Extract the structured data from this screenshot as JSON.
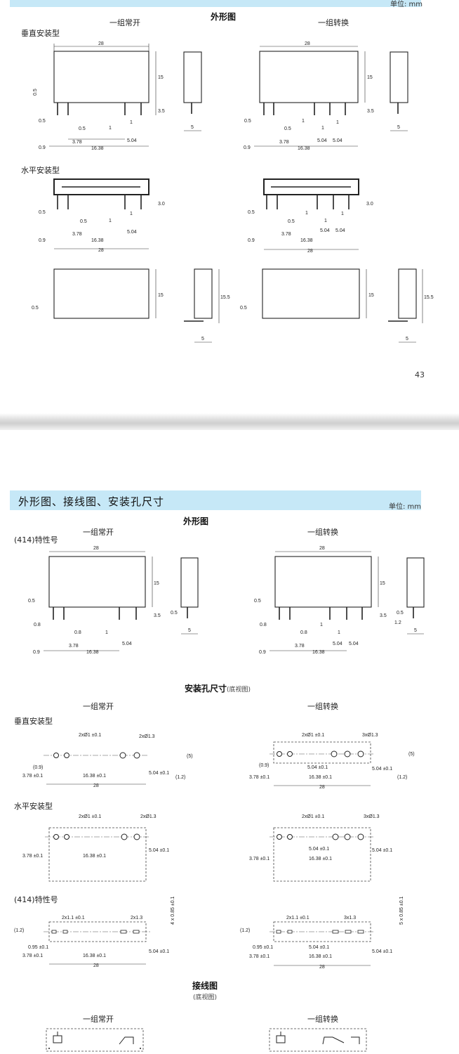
{
  "page1": {
    "unit": "单位: mm",
    "title": "外形图",
    "col_left": "一组常开",
    "col_right": "一组转换",
    "vertical_label": "垂直安装型",
    "horizontal_label": "水平安装型",
    "page_number": "43"
  },
  "page2": {
    "header_title": "外形图、接线图、安装孔尺寸",
    "unit": "单位: mm",
    "outline_title": "外形图",
    "col_left": "一组常开",
    "col_right": "一组转换",
    "special_label": "(414)特性号",
    "mount_title": "安装孔尺寸",
    "mount_note": "(底视图)",
    "mount_col_left": "一组常开",
    "mount_col_right": "一组转换",
    "vertical_label": "垂直安装型",
    "horizontal_label": "水平安装型",
    "special_label2": "(414)特性号",
    "wiring_title": "接线图",
    "wiring_note": "(底视图)",
    "wiring_col_left": "一组常开",
    "wiring_col_right": "一组转换"
  },
  "dims": {
    "d28": "28",
    "d15": "15",
    "d05": "0.5",
    "d35": "3.5",
    "d5": "5",
    "d1": "1",
    "d378": "3.78",
    "d504": "5.04",
    "d1638": "16.38",
    "d09": "0.9",
    "d30": "3.0",
    "d155": "15.5",
    "d08": "0.8",
    "d12": "1.2",
    "h_2x1": "2xØ1 ±0.1",
    "h_2x13": "2xØ1.3",
    "h_3x13": "3xØ1.3",
    "h_09p": "(0.9)",
    "h_5p": "(5)",
    "h_12p": "(1.2)",
    "h_378": "3.78 ±0.1",
    "h_1638": "16.38 ±0.1",
    "h_504": "5.04 ±0.1",
    "h_2x11": "2x1.1 ±0.1",
    "h_2x13b": "2x1.3",
    "h_3x13b": "3x1.3",
    "h_095": "0.95 ±0.1",
    "h_4x085": "4 x 0.85 ±0.1",
    "h_5x085": "5 x 0.85 ±0.1"
  }
}
